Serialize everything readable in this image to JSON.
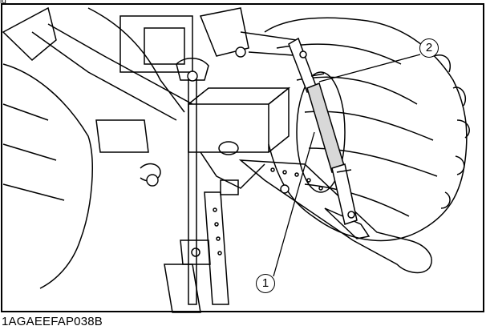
{
  "figure": {
    "id_label": "1AGAEEFAP038B",
    "top_crop_text": "ig",
    "callouts": [
      {
        "num": "1",
        "ref": "lower-link-rod"
      },
      {
        "num": "2",
        "ref": "upper-link-lock"
      }
    ]
  },
  "colors": {
    "line": "#000000",
    "background": "#ffffff",
    "frame": "#000000"
  }
}
